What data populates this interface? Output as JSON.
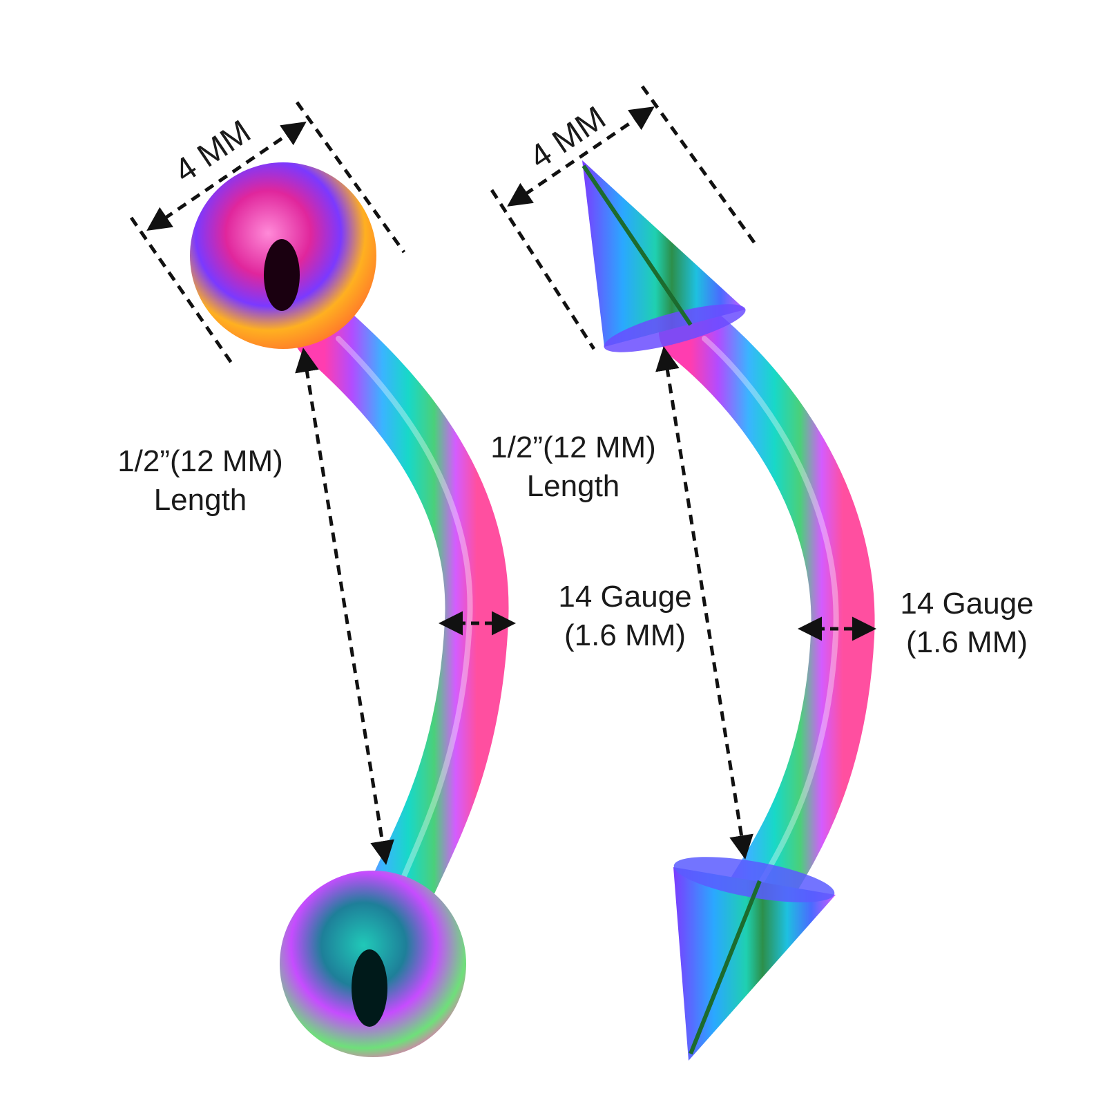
{
  "products": [
    {
      "name": "ball-curved-barbell",
      "head_size_label": "4 MM",
      "length_label_line1": "1/2”(12 MM)",
      "length_label_line2": "Length",
      "gauge_label_line1": "14 Gauge",
      "gauge_label_line2": "(1.6 MM)"
    },
    {
      "name": "spike-curved-barbell",
      "head_size_label": "4 MM",
      "length_label_line1": "1/2”(12 MM)",
      "length_label_line2": "Length",
      "gauge_label_line1": "14 Gauge",
      "gauge_label_line2": "(1.6 MM)"
    }
  ],
  "colors": {
    "background": "#ffffff",
    "text": "#1a1a1a",
    "rainbow": [
      "#ff2fa8",
      "#b63cff",
      "#3aa0ff",
      "#19d6c8",
      "#57e07a",
      "#f2c23a",
      "#ff7a3a"
    ]
  }
}
